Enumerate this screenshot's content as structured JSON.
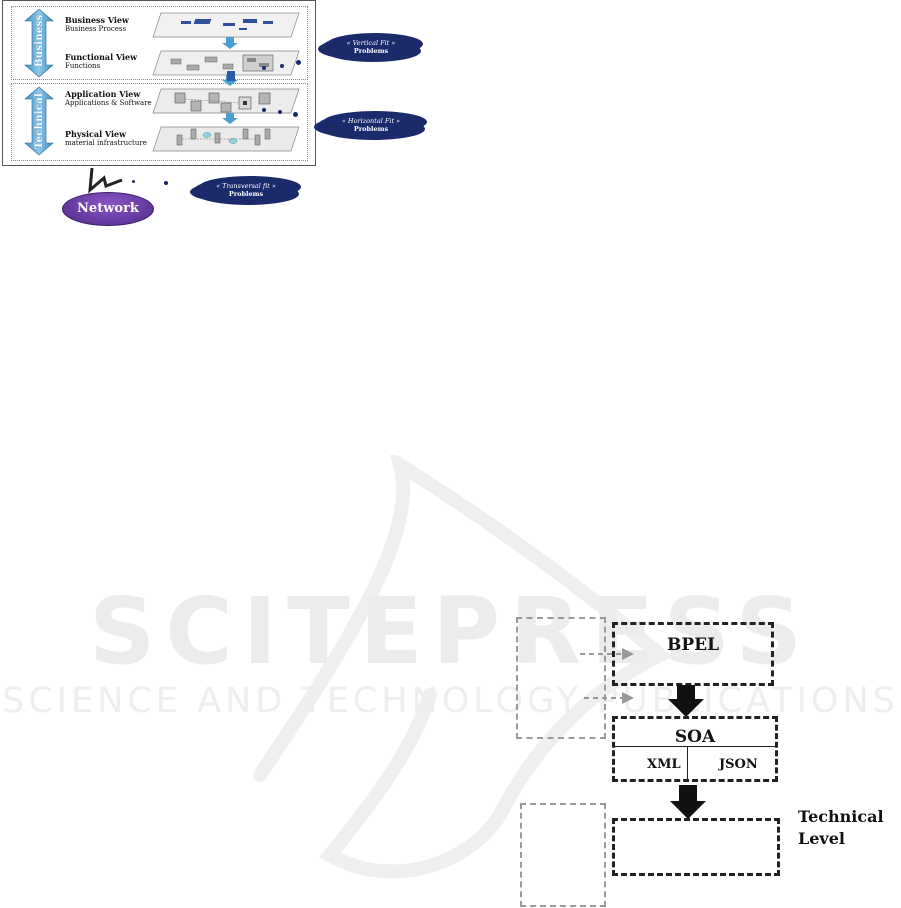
{
  "figure": {
    "layers": [
      {
        "label": "Business"
      },
      {
        "label": "Technical"
      }
    ],
    "views": [
      {
        "title": "Business View",
        "subtitle": "Business Process"
      },
      {
        "title": "Functional View",
        "subtitle": "Functions"
      },
      {
        "title": "Application View",
        "subtitle": "Applications & Software"
      },
      {
        "title": "Physical View",
        "subtitle": "material infrastructure"
      }
    ],
    "clouds": [
      {
        "line1": "« Vertical Fit »",
        "line2": "Problems"
      },
      {
        "line1": "« Horizontal Fit »",
        "line2": "Problems"
      },
      {
        "line1": "« Transversal fit »",
        "line2": "Problems"
      }
    ],
    "network_label": "Network",
    "colors": {
      "arrow": "#4a9fd0",
      "cloud": "#1b2a6b",
      "network": "#6a3fae",
      "connector": "#3b8fd6"
    }
  },
  "watermark": {
    "main": "SCITEPRESS",
    "sub": "SCIENCE AND TECHNOLOGY PUBLICATIONS"
  },
  "tech_diagram": {
    "boxes": [
      {
        "title": "BPEL"
      },
      {
        "title": "SOA",
        "cells": [
          "XML",
          "JSON"
        ]
      },
      {
        "title": ""
      }
    ],
    "side_label": {
      "line1": "Technical",
      "line2": "Level"
    }
  }
}
